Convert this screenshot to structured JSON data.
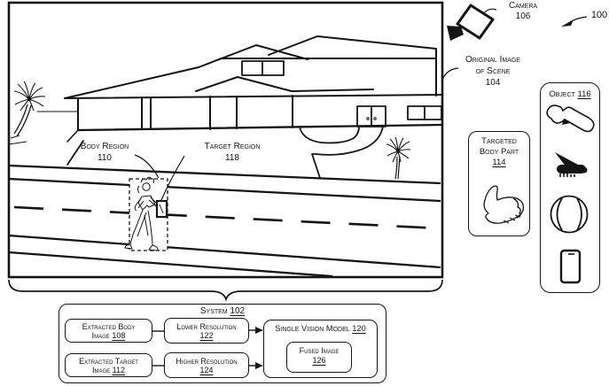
{
  "figure_ref": "100",
  "camera": {
    "label": "Camera",
    "ref": "106"
  },
  "original_image": {
    "line1": "Original Image",
    "line2": "of Scene",
    "ref": "104"
  },
  "body_region": {
    "label": "Body Region",
    "ref": "110"
  },
  "target_region": {
    "label": "Target Region",
    "ref": "118"
  },
  "targeted_body_part": {
    "line1": "Targeted",
    "line2": "Body Part",
    "ref": "114",
    "icon": "fist-hand-icon"
  },
  "object_panel": {
    "label": "Object",
    "ref": "116",
    "icons": [
      "handgun-icon",
      "pocket-knife-icon",
      "ball-icon",
      "smartphone-icon"
    ]
  },
  "system": {
    "label": "System",
    "ref": "102",
    "extracted_body": {
      "line1": "Extracted Body",
      "line2": "Image",
      "ref": "108"
    },
    "lower_resolution": {
      "label": "Lower Resolution",
      "ref": "122"
    },
    "extracted_target": {
      "line1": "Extracted Target",
      "line2": "Image",
      "ref": "112"
    },
    "higher_resolution": {
      "label": "Higher Resolution",
      "ref": "124"
    },
    "single_vision_model": {
      "label": "Single Vision Model",
      "ref": "120"
    },
    "fused_image": {
      "label": "Fused Image",
      "ref": "126"
    }
  },
  "colors": {
    "ink": "#141414",
    "background": "#ffffff"
  }
}
